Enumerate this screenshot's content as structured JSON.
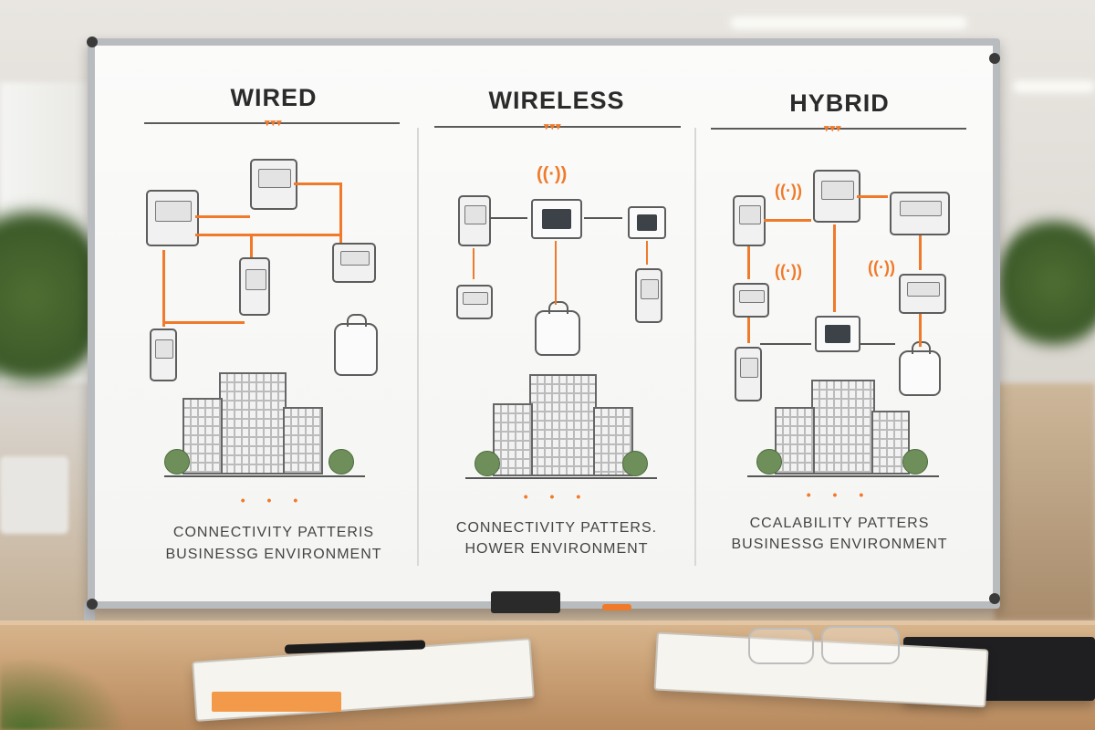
{
  "columns": [
    {
      "title": "WIRED",
      "caption_line1": "CONNECTIVITY PATTERIS",
      "caption_line2": "BUSINESSG ENVIRONMENT"
    },
    {
      "title": "WIRELESS",
      "caption_line1": "CONNECTIVITY PATTERS.",
      "caption_line2": "HOWER ENVIRONMENT"
    },
    {
      "title": "HYBRID",
      "caption_line1": "CCALABILITY PATTERS",
      "caption_line2": "BUSINESSG ENVIRONMENT"
    }
  ],
  "decor": {
    "rule_mark": "▾▾▾",
    "dots": "• • •",
    "wifi_glyph": "((·))",
    "accent_color": "#f07a2a",
    "ink_color": "#2b2b2b"
  }
}
